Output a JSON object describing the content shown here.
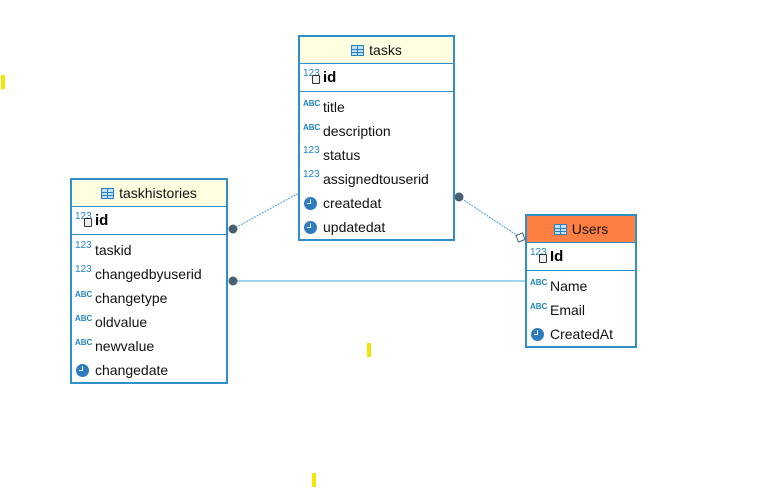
{
  "entities": {
    "tasks": {
      "name": "tasks",
      "pk": {
        "name": "id",
        "icon": "123"
      },
      "columns": [
        {
          "name": "title",
          "type": "abc",
          "icon": "ABC"
        },
        {
          "name": "description",
          "type": "abc",
          "icon": "ABC"
        },
        {
          "name": "status",
          "type": "num",
          "icon": "123"
        },
        {
          "name": "assignedtouserid",
          "type": "num",
          "icon": "123"
        },
        {
          "name": "createdat",
          "type": "clock",
          "icon": ""
        },
        {
          "name": "updatedat",
          "type": "clock",
          "icon": ""
        }
      ]
    },
    "taskhistories": {
      "name": "taskhistories",
      "pk": {
        "name": "id",
        "icon": "123"
      },
      "columns": [
        {
          "name": "taskid",
          "type": "num",
          "icon": "123"
        },
        {
          "name": "changedbyuserid",
          "type": "num",
          "icon": "123"
        },
        {
          "name": "changetype",
          "type": "abc",
          "icon": "ABC"
        },
        {
          "name": "oldvalue",
          "type": "abc",
          "icon": "ABC"
        },
        {
          "name": "newvalue",
          "type": "abc",
          "icon": "ABC"
        },
        {
          "name": "changedate",
          "type": "clock",
          "icon": ""
        }
      ]
    },
    "users": {
      "name": "Users",
      "pk": {
        "name": "Id",
        "icon": "123"
      },
      "columns": [
        {
          "name": "Name",
          "type": "abc",
          "icon": "ABC"
        },
        {
          "name": "Email",
          "type": "abc",
          "icon": "ABC"
        },
        {
          "name": "CreatedAt",
          "type": "clock",
          "icon": ""
        }
      ]
    }
  },
  "colors": {
    "entity_border": "#2f8fc8",
    "header_default": "#fffde0",
    "header_highlight": "#ff7f42",
    "link_line": "#4aa3d8",
    "link_dot": "#4a6070"
  }
}
